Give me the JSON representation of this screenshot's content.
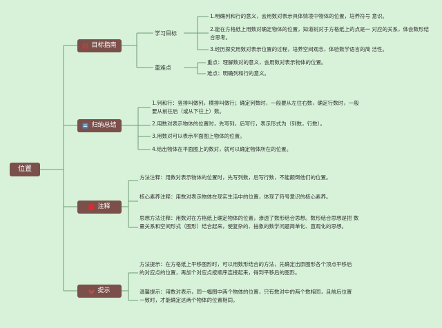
{
  "root": "位置",
  "colors": {
    "background": "#d7f2d9",
    "node": "#7b4f4a",
    "line": "#6d9a73"
  },
  "branches": [
    {
      "label": "目标指南",
      "icon": "target-icon",
      "icon_color": "#e0362c",
      "groups": [
        {
          "label": "学习目标",
          "items": [
            "1.明确列和行的意义，会用数对表示具体情境中物体的位置，培养符号 意识。",
            "2.能在方格纸上用数对确定物体的位置，知道树对于方格纸上的点是一 对应的关系，体会数形结合思考。",
            "3.经历探究用数对表示位置的过程，培养空间观念，体验数学语言的简 洁性。"
          ]
        },
        {
          "label": "重难点",
          "items": [
            "重点：理解数对的意义，会用数对表示物体的位置。",
            "难点：明确列和行的意义。"
          ]
        }
      ]
    },
    {
      "label": "归纳总结",
      "icon": "summary-icon",
      "icon_color": "#2a8fd8",
      "items": [
        "1.列和行：竖排叫做列，横排叫做行；确定列数时，一般要从左往右数，确定行数时，一般要从前往后（或从下往上）数。",
        "2.用数对表示物体的位置时，先写列，后写行，表示形式为（列数，行数）。",
        "3.用数对可以表示平面图上物体的位置。",
        "4.给出物体在平面图上的数对，就可以确定物体所在的位置。"
      ]
    },
    {
      "label": "注释",
      "icon": "note-icon",
      "icon_color": "#e02a2a",
      "items": [
        "方法注释：用数对表示物体的位置时，先写列数，后写行数，不能颠倒他们的位置。",
        "核心素养注释：用数对表示物体在现实生活中的位置，体现了符号意识的核心素养。",
        "思想方法注释：用数对在方格纸上确定物体的位置，渗透了数形结合思想。数形结合思想是把 数量关系和空间形式（图形）结合起来，使复杂的、抽象的数学问题简单化、直观化的思想。"
      ]
    },
    {
      "label": "提示",
      "icon": "hint-icon",
      "icon_color": "#d94a4a",
      "items": [
        "方法提示：在方格纸上平移图形时，可以用数形结合的方法，先确定出原图形各个顶点平移后 的对应点的位置，再加个对应点按顺序连接起来，得到平移后的图形。",
        "温馨提示：用数对表示，同一幅图中两个物体的位置，只有数对中的两个数相同，且前后位置 一致时，才能确定这两个物体的位置相同。"
      ]
    }
  ]
}
